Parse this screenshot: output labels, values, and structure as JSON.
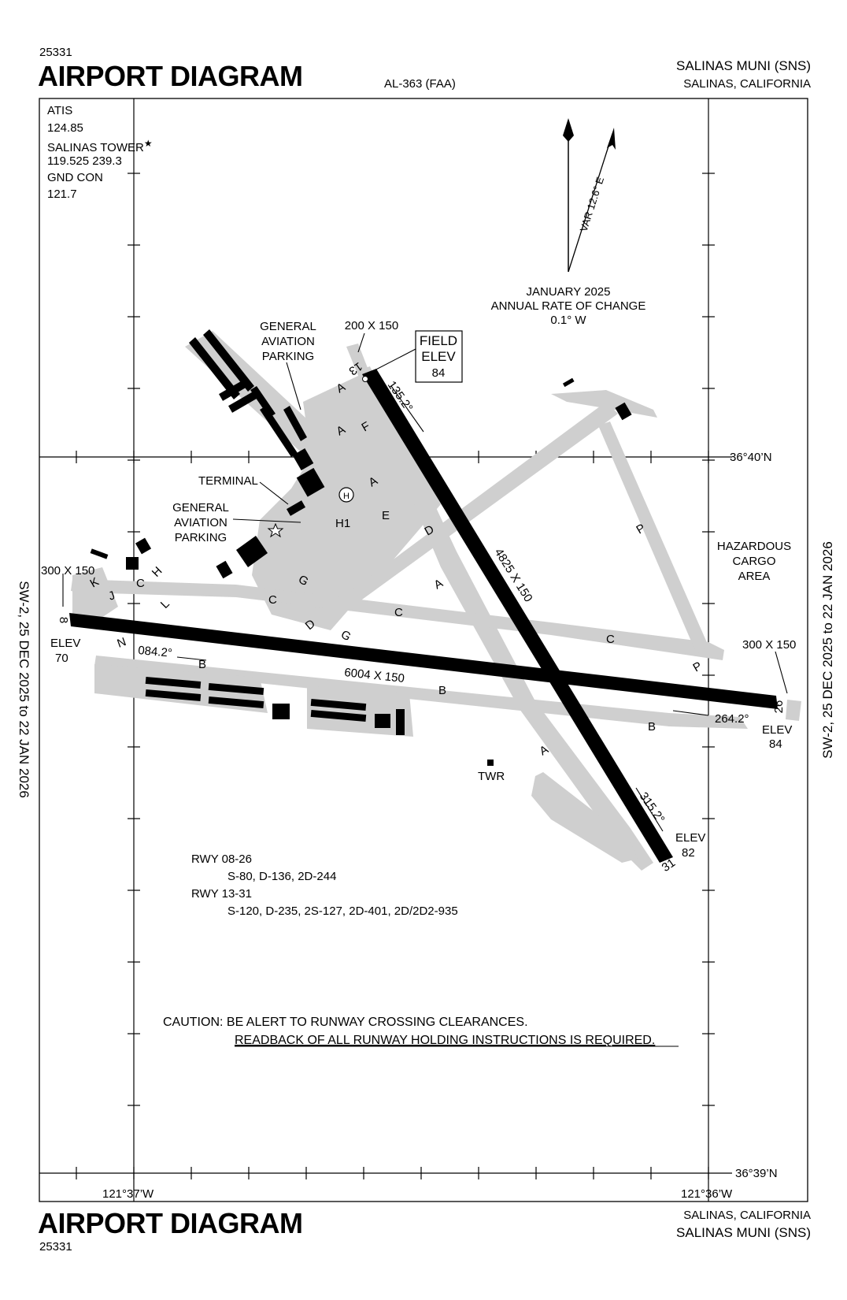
{
  "header": {
    "doc_number": "25331",
    "title": "AIRPORT DIAGRAM",
    "chart_id": "AL-363 (FAA)",
    "airport_name": "SALINAS MUNI (SNS)",
    "location": "SALINAS, CALIFORNIA"
  },
  "footer": {
    "title": "AIRPORT DIAGRAM",
    "doc_number": "25331",
    "location": "SALINAS, CALIFORNIA",
    "airport_name": "SALINAS MUNI (SNS)"
  },
  "side_text": {
    "left": "SW-2,  25 DEC 2025  to  22 JAN 2026",
    "right": "SW-2,  25 DEC 2025  to  22 JAN 2026"
  },
  "frequencies": {
    "atis_label": "ATIS",
    "atis_freq": "124.85",
    "tower_label": "SALINAS TOWER",
    "tower_star": "★",
    "tower_freq": "119.525  239.3",
    "gnd_label": "GND CON",
    "gnd_freq": "121.7"
  },
  "north": {
    "var_label": "VAR 12.6° E",
    "date": "JANUARY 2025",
    "change_label": "ANNUAL RATE OF CHANGE",
    "change_value": "0.1° W"
  },
  "coordinates": {
    "lat_top": "36°40’N",
    "lat_bottom": "36°39’N",
    "lon_left": "121°37’W",
    "lon_right": "121°36’W"
  },
  "runways": {
    "rwy_8_label": "8",
    "rwy_26_label": "26",
    "rwy_13_label": "13",
    "rwy_31_label": "31",
    "rwy_08_26_dims": "6004 X 150",
    "rwy_13_31_dims": "4825 X 150",
    "hdg_8": "084.2°",
    "hdg_26": "264.2°",
    "hdg_13": "135.2°",
    "hdg_31": "315.2°",
    "elev_label": "ELEV",
    "elev_8": "70",
    "elev_26": "84",
    "elev_31": "82",
    "stopway_8": "300 X 150",
    "stopway_26": "300 X 150",
    "stopway_13": "200 X 150"
  },
  "field_elev": {
    "line1": "FIELD",
    "line2": "ELEV",
    "value": "84"
  },
  "labels": {
    "ga_parking": [
      "GENERAL",
      "AVIATION",
      "PARKING"
    ],
    "terminal": "TERMINAL",
    "hazardous": [
      "HAZARDOUS",
      "CARGO",
      "AREA"
    ],
    "helipad_symbol": "H",
    "helipad": "H1",
    "tower": "TWR"
  },
  "taxiways": {
    "A": "A",
    "B": "B",
    "C": "C",
    "D": "D",
    "E": "E",
    "F": "F",
    "G": "G",
    "H": "H",
    "J": "J",
    "K": "K",
    "L": "L",
    "N": "N",
    "P": "P"
  },
  "pcn": {
    "rwy1_label": "RWY 08-26",
    "rwy1_values": "S-80, D-136, 2D-244",
    "rwy2_label": "RWY 13-31",
    "rwy2_values": "S-120, D-235, 2S-127, 2D-401, 2D/2D2-935"
  },
  "caution": {
    "line1": "CAUTION: BE ALERT TO RUNWAY CROSSING CLEARANCES.",
    "line2": "READBACK OF ALL RUNWAY HOLDING INSTRUCTIONS IS REQUIRED."
  }
}
